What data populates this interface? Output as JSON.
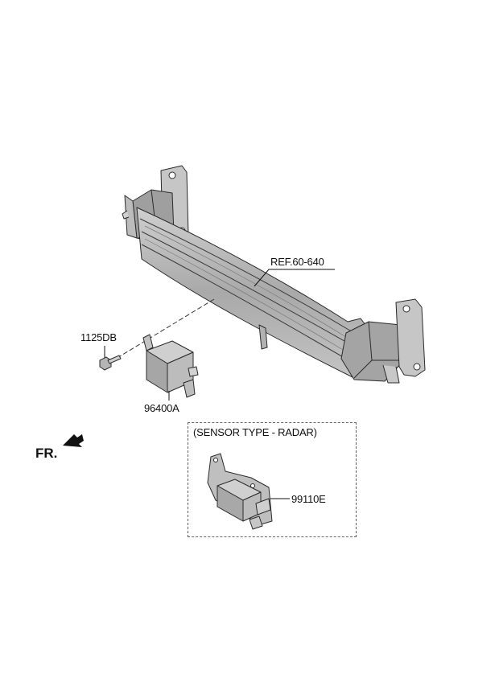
{
  "labels": {
    "ref": "REF.60-640",
    "bolt": "1125DB",
    "unit": "96400A",
    "radar_part": "99110E",
    "sensor_type": "(SENSOR TYPE - RADAR)",
    "front": "FR."
  },
  "icons": {
    "front_arrow": "arrow-left-down-icon"
  },
  "colors": {
    "part_fill": "#b9b9b9",
    "part_dark": "#8d8d8d",
    "part_light": "#d4d4d4",
    "outline": "#2b2b2b"
  }
}
